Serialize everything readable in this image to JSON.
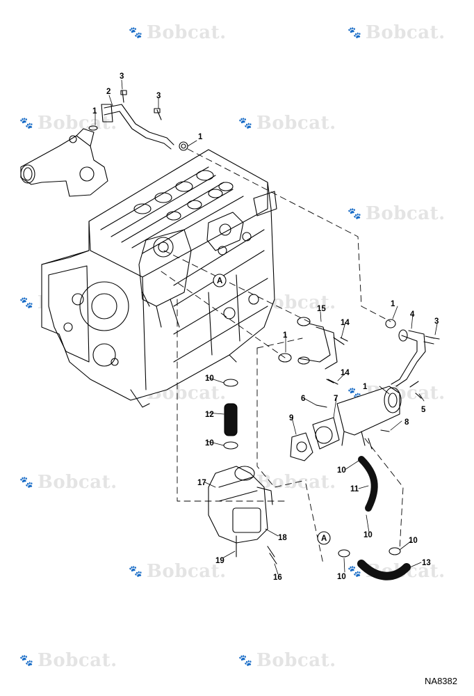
{
  "watermark": {
    "brand": "Bobcat."
  },
  "callouts": {
    "c1a": "1",
    "c2": "2",
    "c3a": "3",
    "c3b": "3",
    "c1b": "1",
    "cA1": "A",
    "c15": "15",
    "c14a": "14",
    "c1c": "1",
    "c14b": "14",
    "c1d": "1",
    "c4": "4",
    "c3c": "3",
    "c10a": "10",
    "c12": "12",
    "c10b": "10",
    "c6": "6",
    "c7": "7",
    "c1e": "1",
    "c5": "5",
    "c9": "9",
    "c8": "8",
    "c17": "17",
    "c10c": "10",
    "c11": "11",
    "c10d": "10",
    "c18": "18",
    "cA2": "A",
    "c10e": "10",
    "c10f": "10",
    "c13": "13",
    "c19": "19",
    "c16": "16"
  },
  "drawing_id": "NA8382"
}
